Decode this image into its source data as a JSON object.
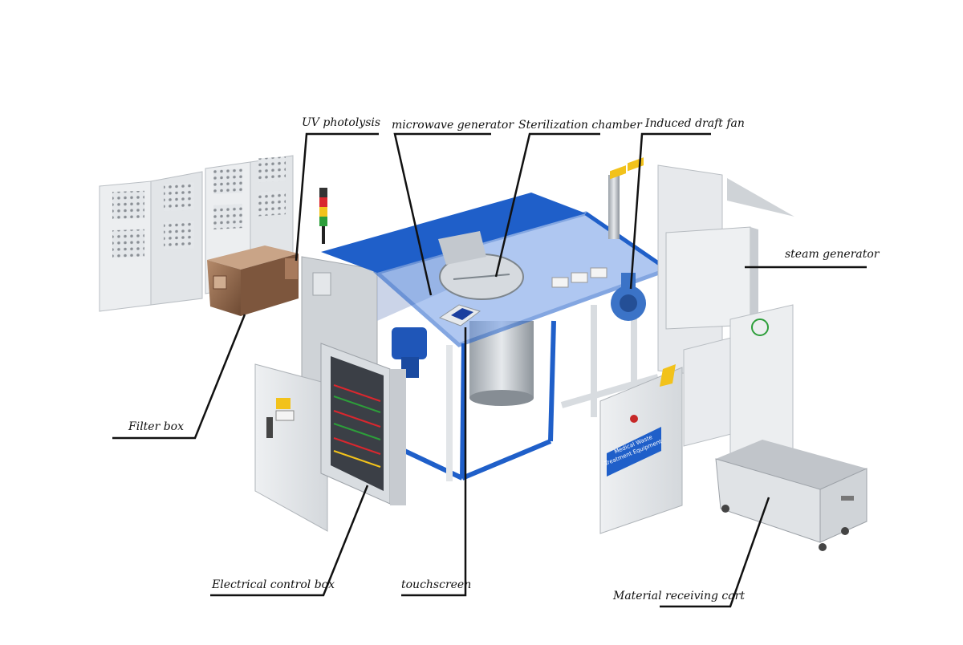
{
  "labels": {
    "uv_photolysis": "UV photolysis",
    "microwave_generator": "microwave generator",
    "sterilization_chamber": "Sterilization chamber",
    "induced_draft_fan": "Induced draft fan",
    "steam_generator": "steam generator",
    "filter_box": "Filter box",
    "electrical_control_box": "Electrical control box",
    "touchscreen": "touchscreen",
    "material_receiving_cart": "Material receiving cart"
  },
  "machine_sign": {
    "line1": "Medical Waste",
    "line2": "Treatment Equipment"
  },
  "colors": {
    "blue_frame": "#1f5fc9",
    "panel_grey": "#d9dde2",
    "leader_line": "#111111"
  }
}
